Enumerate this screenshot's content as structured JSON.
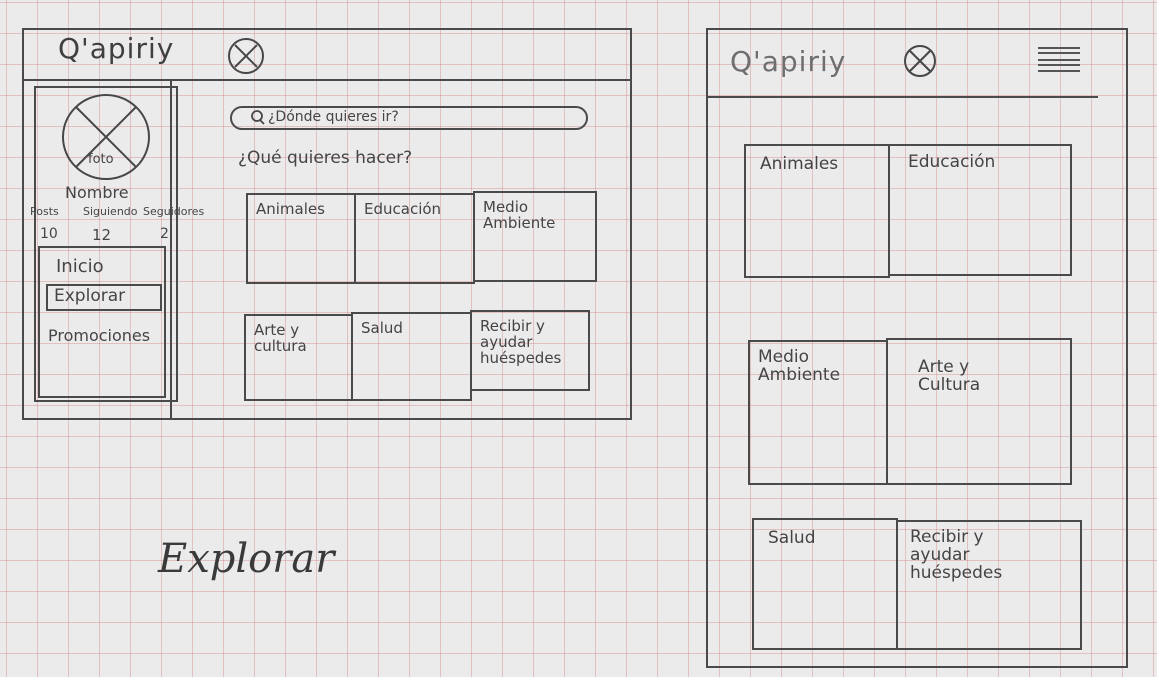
{
  "desktop": {
    "logo": "Q'apiriy",
    "search_placeholder": "¿Dónde quieres ir?",
    "question": "¿Qué quieres hacer?",
    "profile": {
      "photo_label": "foto",
      "name": "Nombre",
      "stats_headers": [
        "Posts",
        "Siguiendo",
        "Seguidores"
      ],
      "stats_values": [
        "10",
        "12",
        "2"
      ]
    },
    "menu": [
      "Inicio",
      "Explorar",
      "Promociones"
    ],
    "active_menu": "Explorar",
    "categories_row1": [
      "Animales",
      "Educación",
      "Medio Ambiente"
    ],
    "categories_row2": [
      "Arte y cultura",
      "Salud",
      "Recibir y ayudar huéspedes"
    ]
  },
  "caption": "Explorar",
  "mobile": {
    "logo": "Q'apiriy",
    "categories": [
      "Animales",
      "Educación",
      "Medio Ambiente",
      "Arte y Cultura",
      "Salud",
      "Recibir y ayudar huéspedes"
    ]
  }
}
